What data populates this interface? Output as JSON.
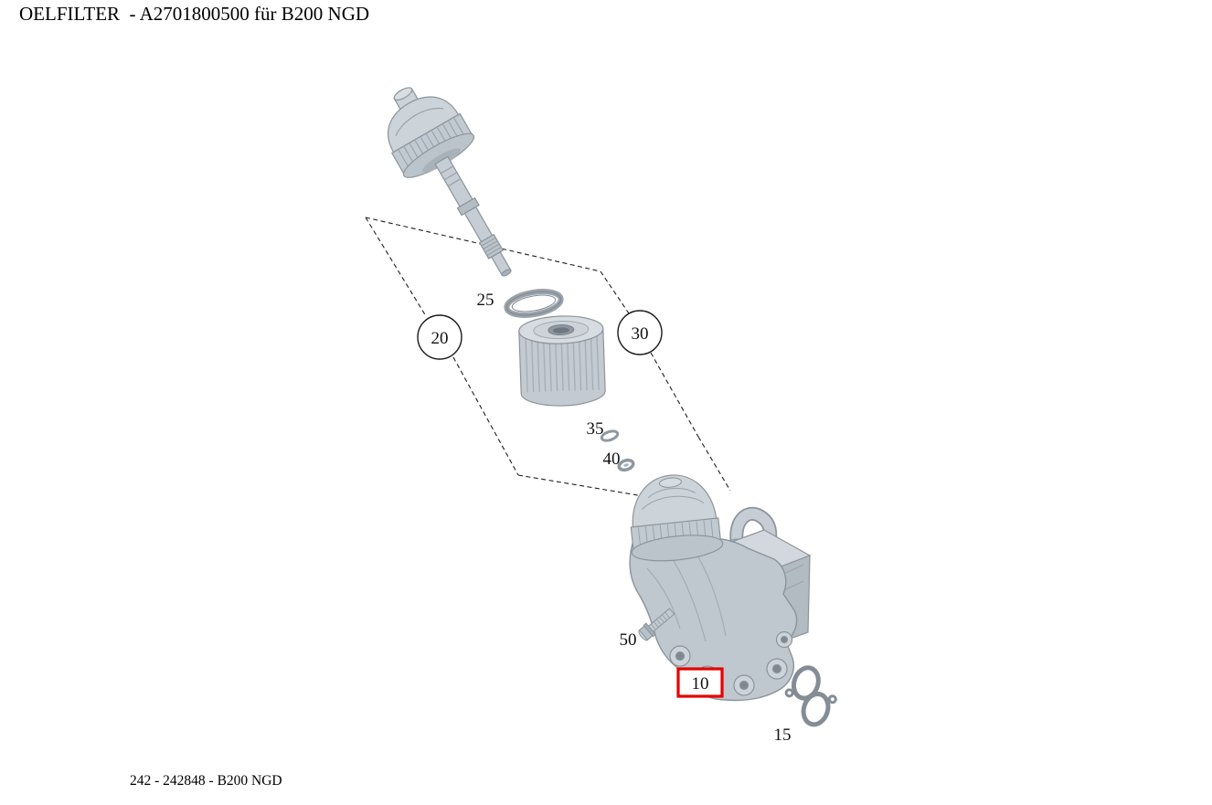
{
  "page": {
    "title": "OELFILTER  - A2701800500 für B200 NGD",
    "footer": "242 - 242848 - B200 NGD"
  },
  "colors": {
    "highlight_red": "#e60000",
    "leader_line": "#1f1f1f",
    "part_fill": "#c3cad1",
    "part_stroke": "#8b949c"
  },
  "callouts": {
    "c10": {
      "label": "10",
      "style": "red-boxed"
    },
    "c15": {
      "label": "15",
      "style": "plain"
    },
    "c20": {
      "label": "20",
      "style": "circled"
    },
    "c25": {
      "label": "25",
      "style": "plain"
    },
    "c30": {
      "label": "30",
      "style": "circled"
    },
    "c35": {
      "label": "35",
      "style": "plain"
    },
    "c40": {
      "label": "40",
      "style": "plain"
    },
    "c50": {
      "label": "50",
      "style": "plain"
    }
  }
}
